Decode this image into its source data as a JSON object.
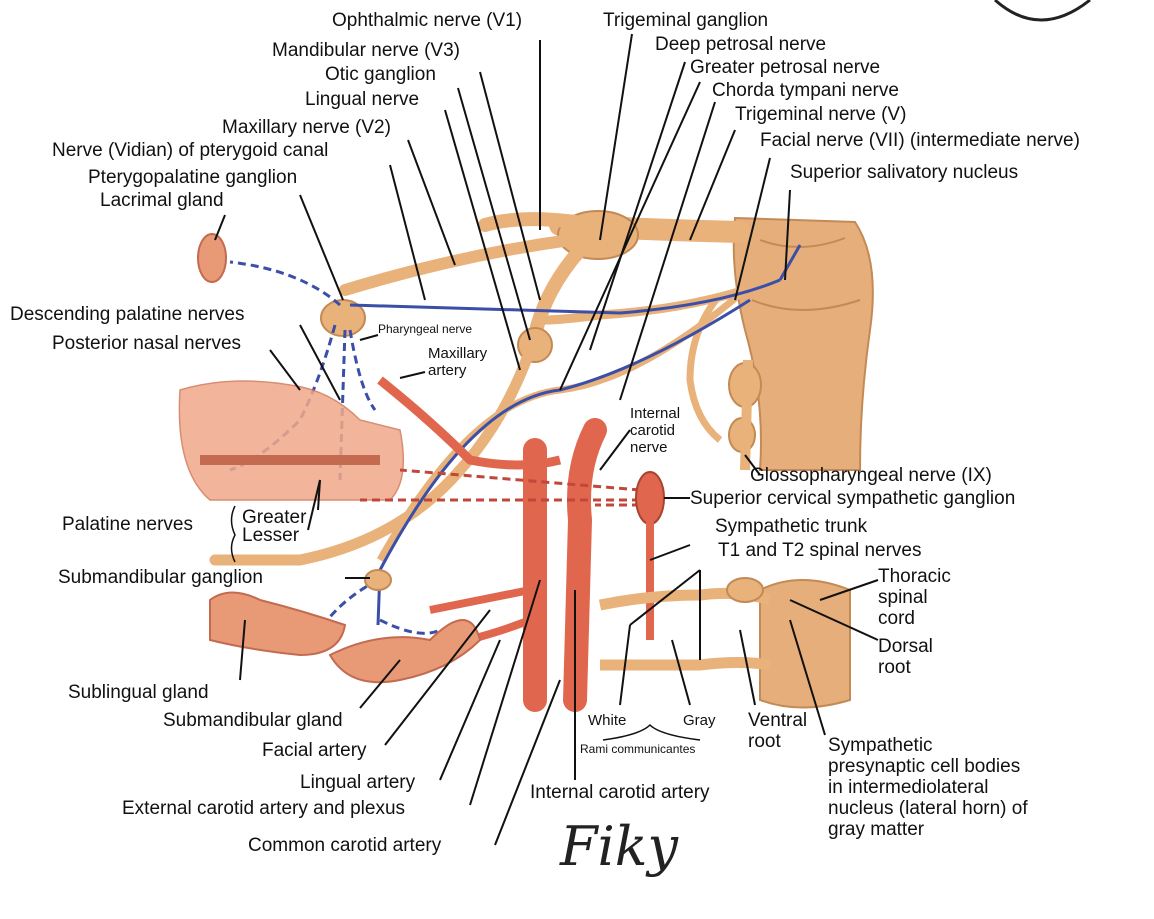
{
  "labels": {
    "ophthalmic": "Ophthalmic nerve (V1)",
    "trigeminal_ganglion": "Trigeminal ganglion",
    "mandibular": "Mandibular nerve (V3)",
    "deep_petrosal": "Deep petrosal nerve",
    "otic_ganglion": "Otic ganglion",
    "greater_petrosal": "Greater petrosal nerve",
    "lingual_nerve": "Lingual nerve",
    "chorda_tympani": "Chorda tympani nerve",
    "maxillary_nerve": "Maxillary nerve (V2)",
    "trigeminal_nerve": "Trigeminal nerve (V)",
    "vidian": "Nerve (Vidian) of pterygoid canal",
    "facial_nerve": "Facial nerve (VII) (intermediate nerve)",
    "pterygopalatine": "Pterygopalatine ganglion",
    "superior_salivatory": "Superior salivatory nucleus",
    "lacrimal": "Lacrimal gland",
    "descending_palatine": "Descending palatine nerves",
    "pharyngeal_nerve": "Pharyngeal nerve",
    "posterior_nasal": "Posterior nasal nerves",
    "maxillary_artery": "Maxillary artery",
    "internal_carotid_nerve": "Internal carotid nerve",
    "glossopharyngeal": "Glossopharyngeal nerve (IX)",
    "superior_cervical": "Superior cervical sympathetic ganglion",
    "palatine_nerves": "Palatine nerves",
    "greater": "Greater",
    "lesser": "Lesser",
    "sympathetic_trunk": "Sympathetic trunk",
    "t1_t2": "T1 and T2 spinal nerves",
    "submandibular_ganglion": "Submandibular ganglion",
    "thoracic_spinal_cord": "Thoracic spinal cord",
    "dorsal_root": "Dorsal root",
    "sublingual_gland": "Sublingual gland",
    "submandibular_gland": "Submandibular gland",
    "white": "White",
    "gray": "Gray",
    "ventral_root": "Ventral root",
    "rami_communicantes": "Rami communicantes",
    "facial_artery": "Facial artery",
    "sympathetic_presynaptic": "Sympathetic presynaptic cell bodies in intermediolateral nucleus (lateral horn) of gray matter",
    "lingual_artery": "Lingual artery",
    "internal_carotid_artery": "Internal carotid artery",
    "external_carotid": "External carotid artery and plexus",
    "common_carotid": "Common carotid artery"
  },
  "signature": "Fiky",
  "colors": {
    "nerve": "#e8b27a",
    "nerve_outline": "#c48a55",
    "parasympathetic": "#3b4fa8",
    "sympathetic": "#c0473a",
    "artery": "#e0674e",
    "gland": "#e89a76",
    "leader": "#111111"
  }
}
